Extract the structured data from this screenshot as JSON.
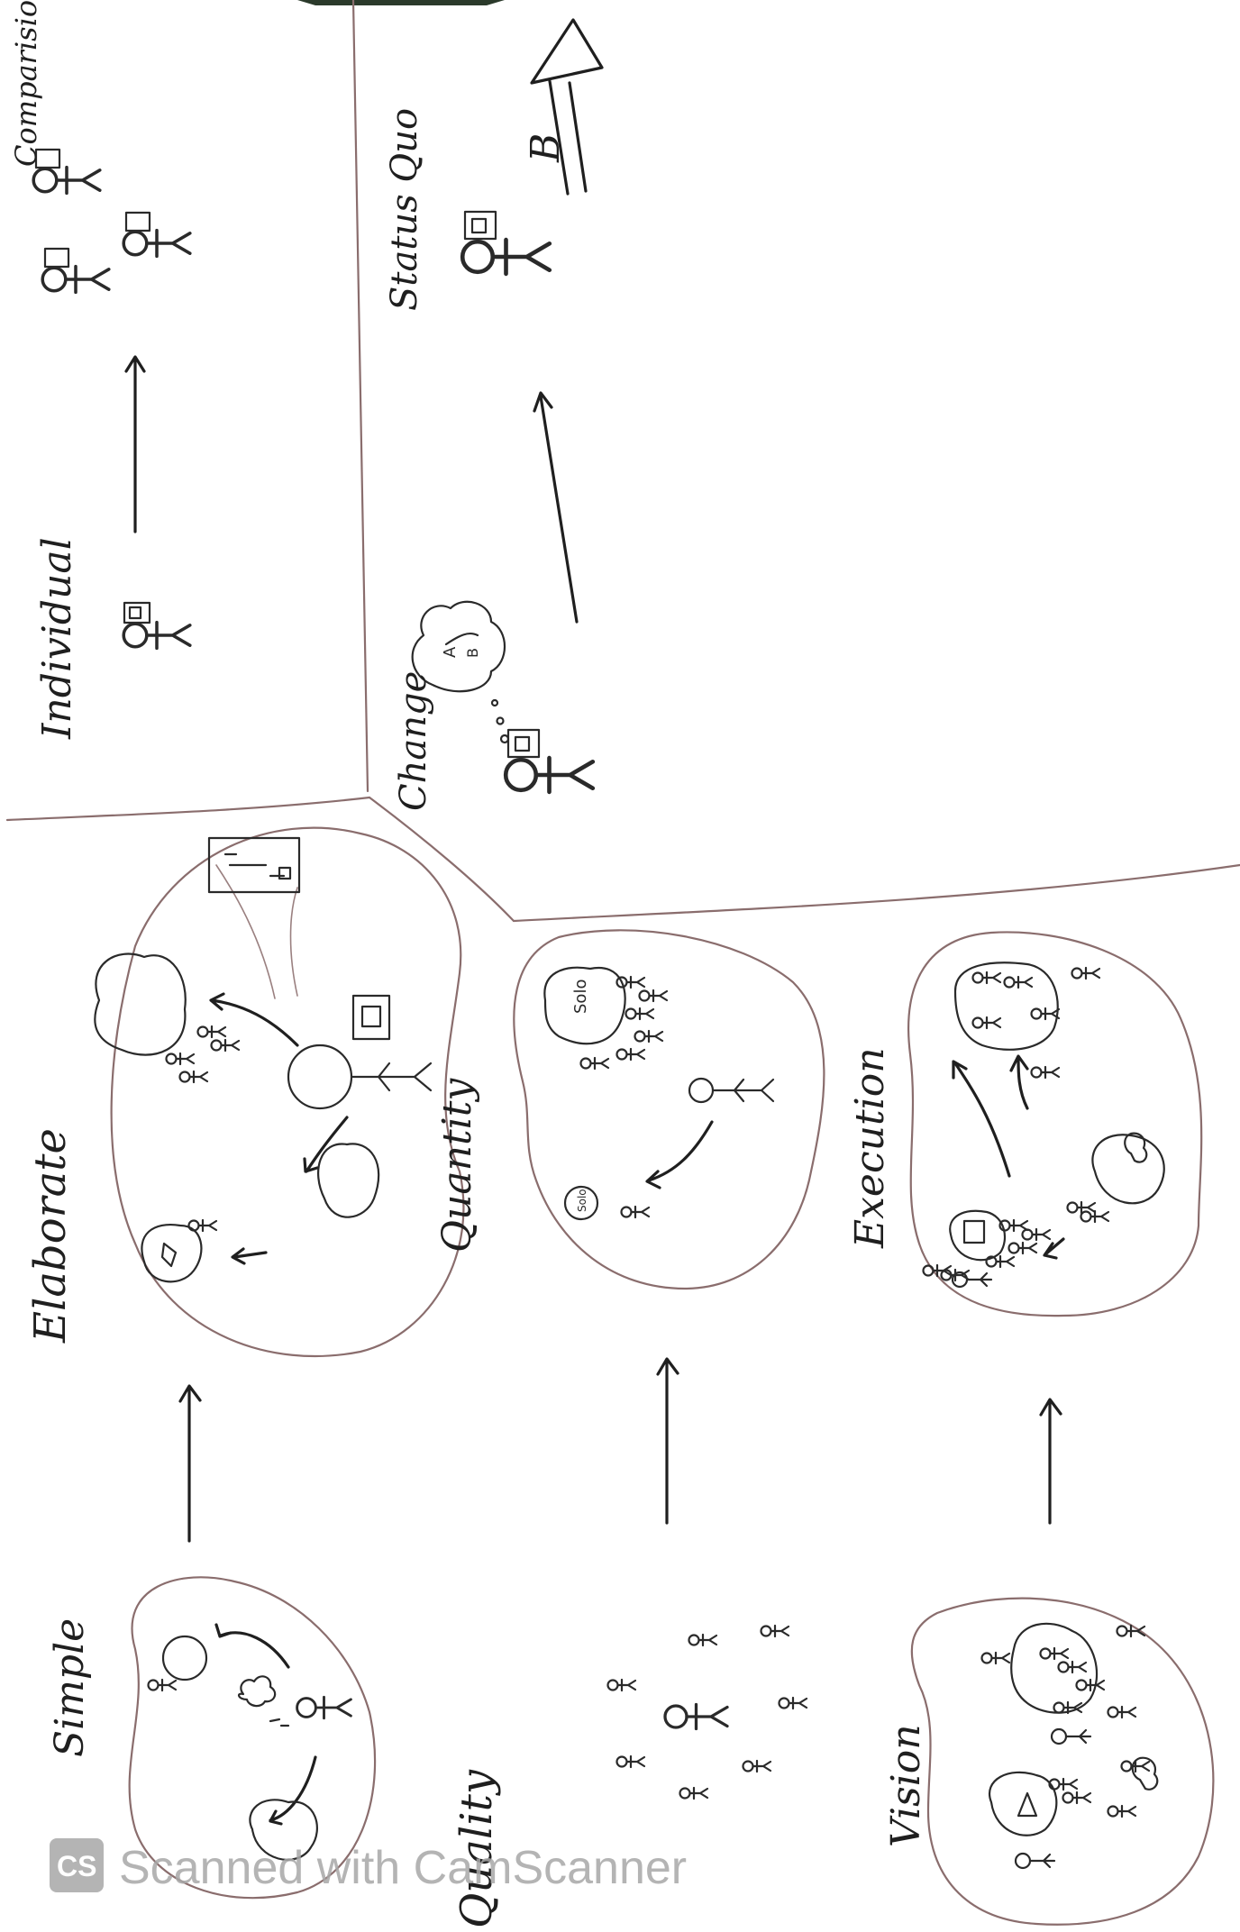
{
  "labels": {
    "individual": "Individual",
    "comparison": "Comparision",
    "change": "Change",
    "status_quo": "Status Quo",
    "status_quo_letter": "B",
    "thought_a": "A",
    "thought_b": "B",
    "simple": "Simple",
    "elaborate": "Elaborate",
    "quality": "Quality",
    "quantity": "Quantity",
    "vision": "Vision",
    "execution": "Execution",
    "solo_small": "Solo",
    "solo_large": "Solo"
  },
  "watermark": {
    "logo": "CS",
    "text": "Scanned with CamScanner"
  }
}
